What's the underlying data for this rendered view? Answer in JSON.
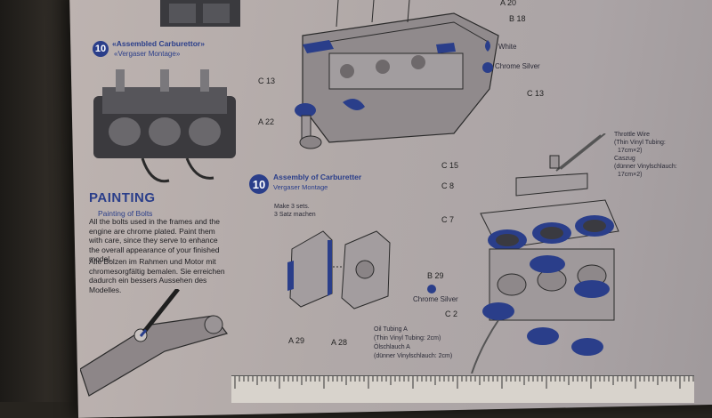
{
  "top_labels": {
    "a20": "A 20",
    "b18": "B 18",
    "c13_left": "C 13",
    "c13_right": "C 13",
    "a22": "A 22",
    "white": "White",
    "chrome_silver": "Chrome Silver"
  },
  "assembled": {
    "step": "10",
    "title": "«Assembled Carburettor»",
    "subtitle": "«Vergaser Montage»"
  },
  "painting": {
    "title": "PAINTING",
    "subtitle": "Painting of Bolts",
    "en": "All the bolts used in the frames and the engine are chrome plated. Paint them with care, since they serve to enhance the overall appearance of your finished model.",
    "de": "Alle Bolzen im Rahmen und Motor mit chromesorgfältig bemalen. Sie erreichen dadurch ein bessers Aussehen des Modelles."
  },
  "assembly": {
    "step": "10",
    "title": "Assembly of Carburetter",
    "subtitle": "Vergaser Montage",
    "note_en": "Make 3 sets.",
    "note_de": "3 Satz machen",
    "a29": "A 29",
    "a28": "A 28"
  },
  "right_labels": {
    "c15": "C 15",
    "c8": "C 8",
    "c7": "C 7",
    "b29": "B 29",
    "chrome_silver": "Chrome Silver",
    "c2": "C 2",
    "throttle_en": "Throttle Wire",
    "throttle_paren": "(Thin Vinyl Tubing:",
    "throttle_len": "17cm×2)",
    "throttle_de": "Caszug",
    "throttle_de2": "(dünner Vinylschlauch:",
    "throttle_de_len": "17cm×2)",
    "oil_en": "Oil Tubing A",
    "oil_paren": "(Thin Vinyl Tubing: 2cm)",
    "oil_de": "Ölschlauch A",
    "oil_de2": "(dünner Vinylschlauch: 2cm)"
  },
  "colors": {
    "accent": "#2a3e8a",
    "paper": "#b4aca9",
    "ink": "#222222"
  }
}
